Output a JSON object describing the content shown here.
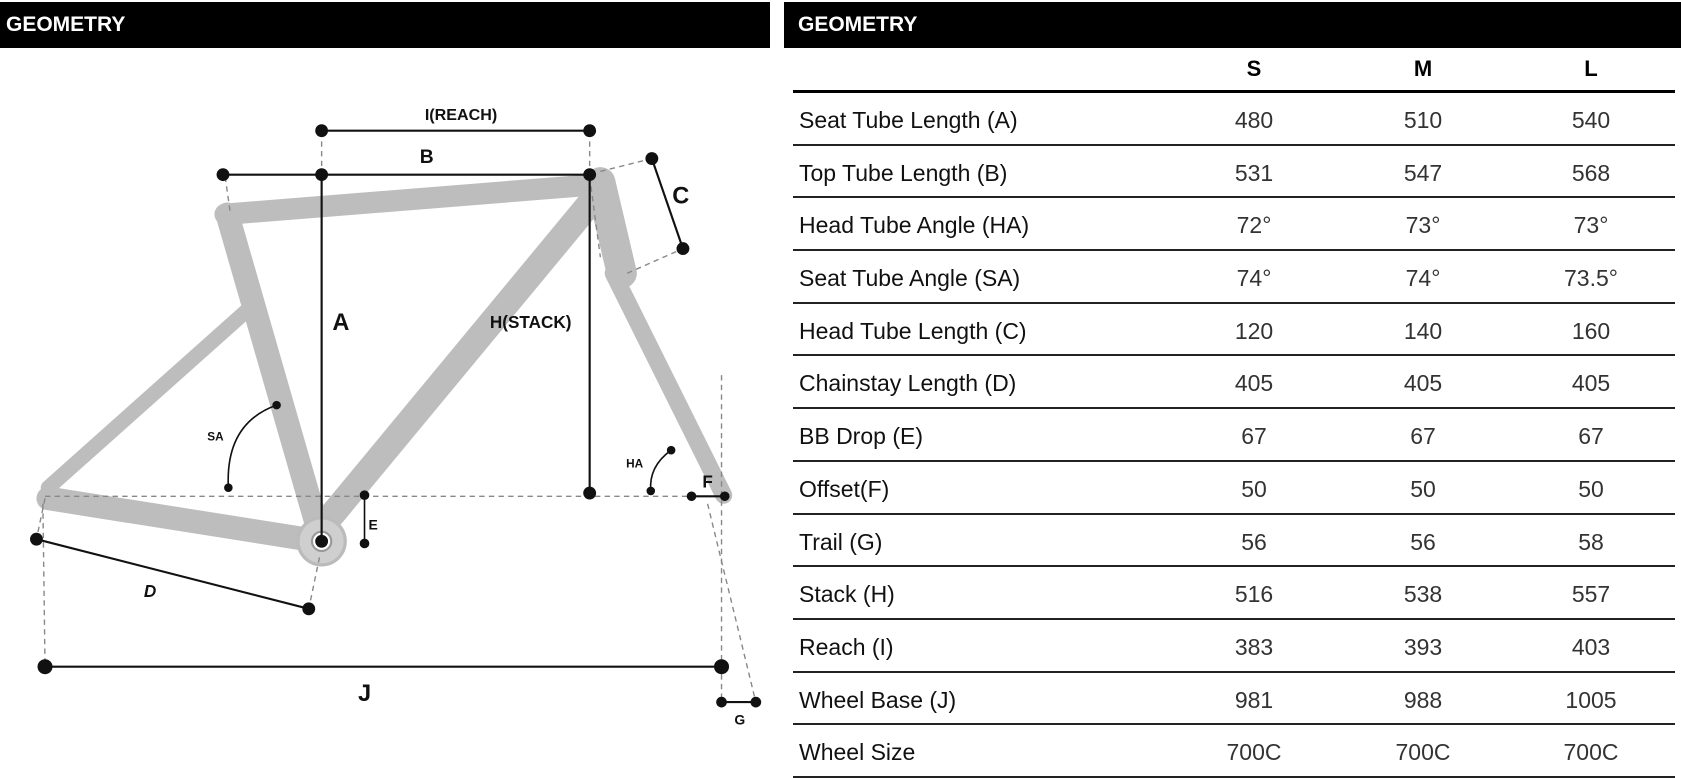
{
  "left_header": "GEOMETRY",
  "right_header": "GEOMETRY",
  "diagram_labels": {
    "reach": "I(REACH)",
    "b": "B",
    "c": "C",
    "a": "A",
    "stack": "H(STACK)",
    "sa": "SA",
    "ha": "HA",
    "f": "F",
    "e": "E",
    "d": "D",
    "j": "J",
    "g": "G"
  },
  "table": {
    "sizes": [
      "S",
      "M",
      "L"
    ],
    "rows": [
      {
        "label": "Seat Tube Length  (A)",
        "values": [
          "480",
          "510",
          "540"
        ]
      },
      {
        "label": "Top Tube Length  (B)",
        "values": [
          "531",
          "547",
          "568"
        ]
      },
      {
        "label": "Head Tube Angle (HA)",
        "values": [
          "72°",
          "73°",
          "73°"
        ]
      },
      {
        "label": "Seat Tube Angle  (SA)",
        "values": [
          "74°",
          "74°",
          "73.5°"
        ]
      },
      {
        "label": "Head Tube Length  (C)",
        "values": [
          "120",
          "140",
          "160"
        ]
      },
      {
        "label": "Chainstay Length  (D)",
        "values": [
          "405",
          "405",
          "405"
        ]
      },
      {
        "label": "BB Drop  (E)",
        "values": [
          "67",
          "67",
          "67"
        ]
      },
      {
        "label": "Offset(F)",
        "values": [
          "50",
          "50",
          "50"
        ]
      },
      {
        "label": "Trail  (G)",
        "values": [
          "56",
          "56",
          "58"
        ]
      },
      {
        "label": "Stack (H)",
        "values": [
          "516",
          "538",
          "557"
        ]
      },
      {
        "label": "Reach  (I)",
        "values": [
          "383",
          "393",
          "403"
        ]
      },
      {
        "label": "Wheel Base  (J)",
        "values": [
          "981",
          "988",
          "1005"
        ]
      },
      {
        "label": "Wheel Size",
        "values": [
          "700C",
          "700C",
          "700C"
        ]
      }
    ]
  }
}
